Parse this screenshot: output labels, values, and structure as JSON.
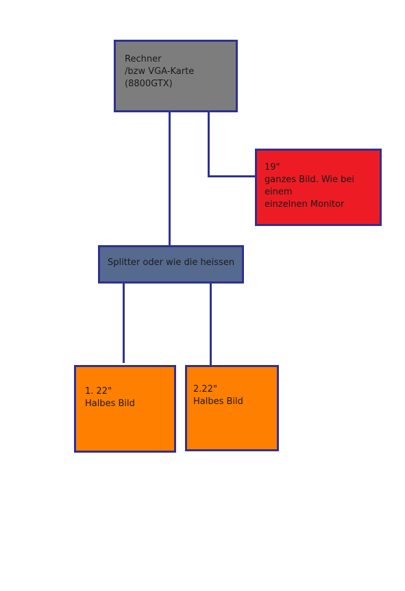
{
  "diagram": {
    "nodes": {
      "computer": {
        "lines": [
          "Rechner",
          "/bzw VGA-Karte",
          "(8800GTX)"
        ],
        "color": "#7d7d7d"
      },
      "monitor_19": {
        "lines": [
          "19\"",
          "ganzes Bild. Wie bei",
          "einem",
          "einzelnen Monitor"
        ],
        "color": "#ed1c24"
      },
      "splitter": {
        "lines": [
          "Splitter oder wie die heissen"
        ],
        "color": "#56698e"
      },
      "monitor_22_1": {
        "lines": [
          "1. 22\"",
          "Halbes Bild"
        ],
        "color": "#ff7f00"
      },
      "monitor_22_2": {
        "lines": [
          "2.22\"",
          "Halbes Bild"
        ],
        "color": "#ff7f00"
      }
    },
    "edges": [
      {
        "from": "computer",
        "to": "splitter"
      },
      {
        "from": "computer",
        "to": "monitor_19"
      },
      {
        "from": "splitter",
        "to": "monitor_22_1"
      },
      {
        "from": "splitter",
        "to": "monitor_22_2"
      }
    ],
    "colors": {
      "border": "#2e3190",
      "connector": "#2e3190"
    }
  }
}
